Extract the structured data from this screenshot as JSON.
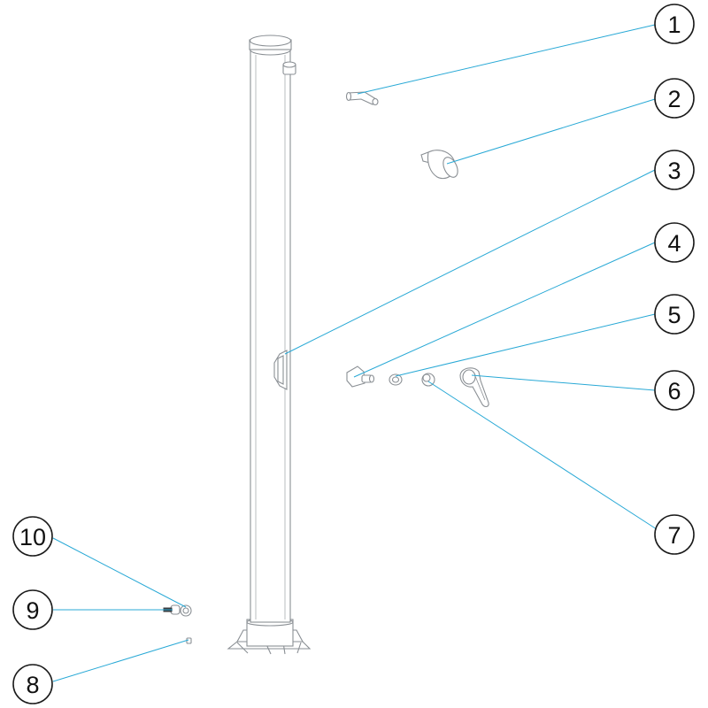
{
  "callouts": [
    {
      "id": "1",
      "label": "1"
    },
    {
      "id": "2",
      "label": "2"
    },
    {
      "id": "3",
      "label": "3"
    },
    {
      "id": "4",
      "label": "4"
    },
    {
      "id": "5",
      "label": "5"
    },
    {
      "id": "6",
      "label": "6"
    },
    {
      "id": "7",
      "label": "7"
    },
    {
      "id": "8",
      "label": "8"
    },
    {
      "id": "9",
      "label": "9"
    },
    {
      "id": "10",
      "label": "10"
    }
  ],
  "colors": {
    "leader_line": "#29a9d6",
    "part_outline": "#8a8f94",
    "callout_outline": "#1a1a1a"
  }
}
